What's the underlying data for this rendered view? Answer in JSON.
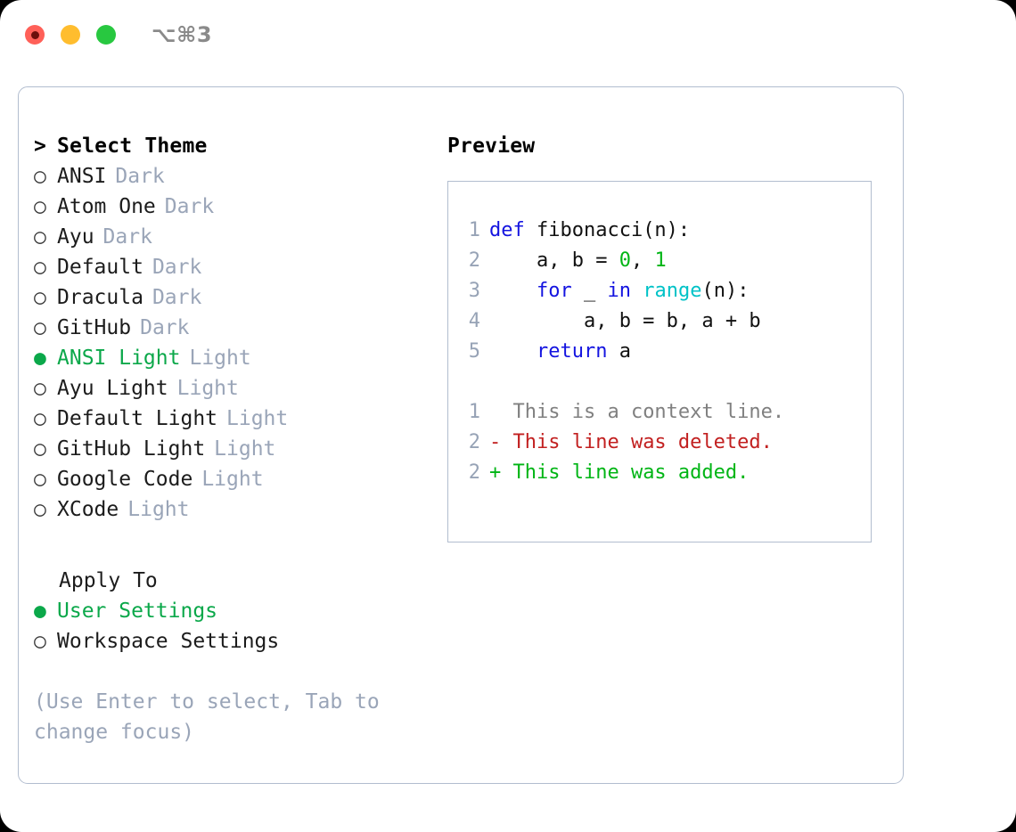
{
  "titlebar": {
    "shortcut": "⌥⌘3",
    "buttons": [
      {
        "name": "close-button",
        "color": "#ff6058"
      },
      {
        "name": "minimize-button",
        "color": "#ffbd2e"
      },
      {
        "name": "maximize-button",
        "color": "#28c840"
      }
    ]
  },
  "left": {
    "prompt": ">",
    "heading": "Select Theme",
    "themes": [
      {
        "bullet": "○",
        "name": "ANSI",
        "tag": "Dark",
        "selected": false
      },
      {
        "bullet": "○",
        "name": "Atom One",
        "tag": "Dark",
        "selected": false
      },
      {
        "bullet": "○",
        "name": "Ayu",
        "tag": "Dark",
        "selected": false
      },
      {
        "bullet": "○",
        "name": "Default",
        "tag": "Dark",
        "selected": false
      },
      {
        "bullet": "○",
        "name": "Dracula",
        "tag": "Dark",
        "selected": false
      },
      {
        "bullet": "○",
        "name": "GitHub",
        "tag": "Dark",
        "selected": false
      },
      {
        "bullet": "●",
        "name": "ANSI Light",
        "tag": "Light",
        "selected": true
      },
      {
        "bullet": "○",
        "name": "Ayu Light",
        "tag": "Light",
        "selected": false
      },
      {
        "bullet": "○",
        "name": "Default Light",
        "tag": "Light",
        "selected": false
      },
      {
        "bullet": "○",
        "name": "GitHub Light",
        "tag": "Light",
        "selected": false
      },
      {
        "bullet": "○",
        "name": "Google Code",
        "tag": "Light",
        "selected": false
      },
      {
        "bullet": "○",
        "name": "XCode",
        "tag": "Light",
        "selected": false
      }
    ],
    "apply_to_label": "Apply To",
    "apply_options": [
      {
        "bullet": "●",
        "name": "User Settings",
        "selected": true
      },
      {
        "bullet": "○",
        "name": "Workspace Settings",
        "selected": false
      }
    ],
    "hint": "(Use Enter to select, Tab to change focus)"
  },
  "right": {
    "preview_title": "Preview",
    "code": [
      {
        "ln": "1",
        "tokens": [
          {
            "t": "def ",
            "c": "kw"
          },
          {
            "t": "fibonacci(n):",
            "c": "fn"
          }
        ]
      },
      {
        "ln": "2",
        "tokens": [
          {
            "t": "    a, b = ",
            "c": "fn"
          },
          {
            "t": "0",
            "c": "num"
          },
          {
            "t": ", ",
            "c": "fn"
          },
          {
            "t": "1",
            "c": "num"
          }
        ]
      },
      {
        "ln": "3",
        "tokens": [
          {
            "t": "    ",
            "c": "fn"
          },
          {
            "t": "for",
            "c": "kw"
          },
          {
            "t": " _ ",
            "c": "fn"
          },
          {
            "t": "in",
            "c": "kw"
          },
          {
            "t": " ",
            "c": "fn"
          },
          {
            "t": "range",
            "c": "bi"
          },
          {
            "t": "(n):",
            "c": "fn"
          }
        ]
      },
      {
        "ln": "4",
        "tokens": [
          {
            "t": "        a, b = b, a + b",
            "c": "fn"
          }
        ]
      },
      {
        "ln": "5",
        "tokens": [
          {
            "t": "    ",
            "c": "fn"
          },
          {
            "t": "return",
            "c": "kw"
          },
          {
            "t": " a",
            "c": "fn"
          }
        ]
      }
    ],
    "diff": [
      {
        "ln": "1",
        "marker": " ",
        "text": " This is a context line.",
        "kind": "diff-ctx"
      },
      {
        "ln": "2",
        "marker": "-",
        "text": " This line was deleted.",
        "kind": "diff-del"
      },
      {
        "ln": "2",
        "marker": "+",
        "text": " This line was added.",
        "kind": "diff-add"
      }
    ]
  },
  "colors": {
    "accent_green": "#0ba84a",
    "muted": "#9aa5b8",
    "border": "#b2bdcf",
    "keyword": "#1414e0",
    "number": "#00b515",
    "builtin": "#00c2c7",
    "diff_delete": "#c22020",
    "diff_add": "#00b515"
  }
}
